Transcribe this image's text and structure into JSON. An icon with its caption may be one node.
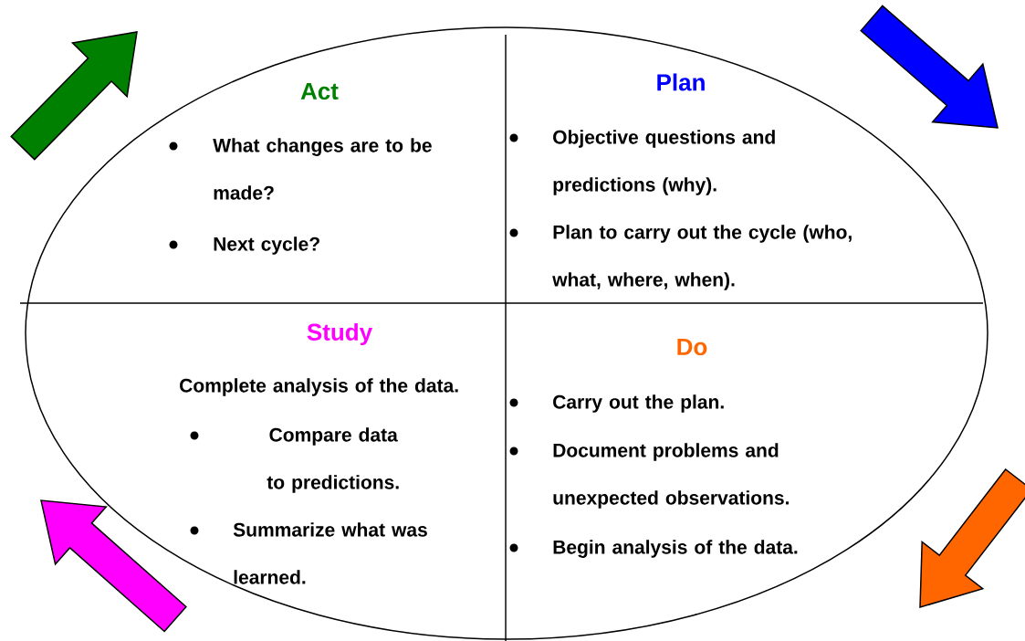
{
  "diagram": {
    "nodes": [
      {
        "text": [
          "Act",
          "What changes are to be made?",
          "Next cycle?"
        ]
      },
      {
        "text": [
          "Plan",
          "Objective questions and predictions (why).",
          "Plan to carry out the cycle (who, what, where, when)."
        ]
      },
      {
        "text": [
          "Study",
          "Complete analysis of the data.",
          "Compare data to predictions.",
          "Summarize what was learned."
        ]
      },
      {
        "text": [
          "Do",
          "Carry out the plan.",
          "Document problems and unexpected observations.",
          "Begin analysis of the data."
        ]
      }
    ]
  }
}
